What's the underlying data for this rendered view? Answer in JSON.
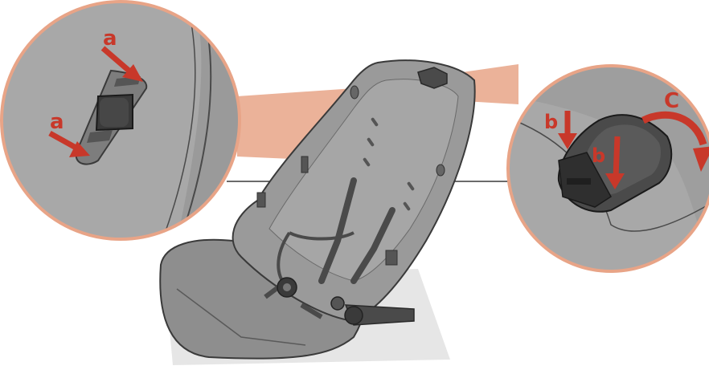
{
  "colors": {
    "accent": "#c8382a",
    "zoom_cone": "#e8a487",
    "seat_gray": "#8e8e8e",
    "seat_dark": "#4a4a4a",
    "floor": "#e6e6e6",
    "outline": "#3a3a3a"
  },
  "labels": {
    "left_top": "a",
    "left_bottom": "a",
    "right_top": "b",
    "right_bottom": "b",
    "rotate": "C"
  },
  "icons": {
    "press_arrow": "arrow-icon",
    "rotate_arrow": "curved-arrow-icon"
  }
}
